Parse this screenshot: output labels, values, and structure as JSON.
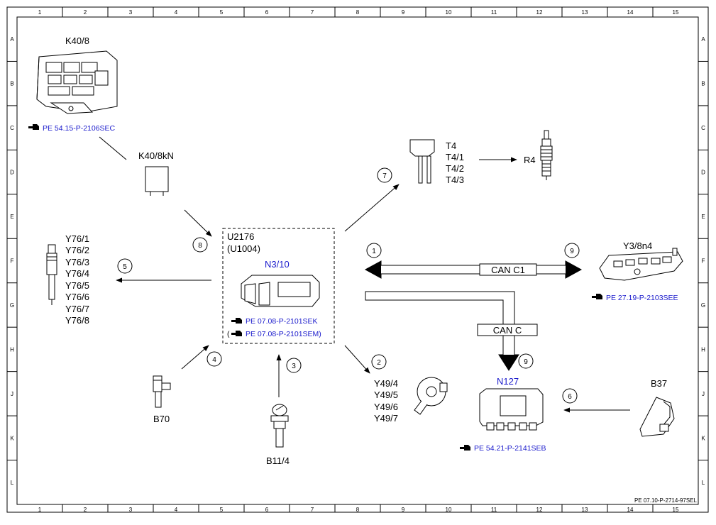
{
  "grid": {
    "columns": [
      "1",
      "2",
      "3",
      "4",
      "5",
      "6",
      "7",
      "8",
      "9",
      "10",
      "11",
      "12",
      "13",
      "14",
      "15"
    ],
    "rows": [
      "A",
      "B",
      "C",
      "D",
      "E",
      "F",
      "G",
      "H",
      "J",
      "K",
      "L"
    ]
  },
  "components": {
    "k40_8": {
      "label": "K40/8",
      "ref": "PE 54.15-P-2106SEC"
    },
    "k40_8kn": {
      "label": "K40/8kN"
    },
    "t4": {
      "labels": [
        "T4",
        "T4/1",
        "T4/2",
        "T4/3"
      ]
    },
    "r4": {
      "label": "R4"
    },
    "y76": {
      "labels": [
        "Y76/1",
        "Y76/2",
        "Y76/3",
        "Y76/4",
        "Y76/5",
        "Y76/6",
        "Y76/7",
        "Y76/8"
      ]
    },
    "u2176": {
      "label": "U2176",
      "sub": "(U1004)",
      "unit": "N3/10",
      "ref1": "PE 07.08-P-2101SEK",
      "ref2_open": "(",
      "ref2": "PE 07.08-P-2101SEM)"
    },
    "y3_8n4": {
      "label": "Y3/8n4",
      "ref": "PE 27.19-P-2103SEE"
    },
    "can_c1": {
      "label": "CAN C1"
    },
    "can_c": {
      "label": "CAN C"
    },
    "b70": {
      "label": "B70"
    },
    "b11_4": {
      "label": "B11/4"
    },
    "y49": {
      "labels": [
        "Y49/4",
        "Y49/5",
        "Y49/6",
        "Y49/7"
      ]
    },
    "n127": {
      "label": "N127",
      "ref": "PE 54.21-P-2141SEB"
    },
    "b37": {
      "label": "B37"
    }
  },
  "callouts": [
    "1",
    "2",
    "3",
    "4",
    "5",
    "6",
    "7",
    "8",
    "9",
    "9"
  ],
  "footer": {
    "doc_id": "PE 07.10-P-2714-97SEL"
  },
  "colors": {
    "blue": "#1a1acc",
    "line": "#000000"
  }
}
